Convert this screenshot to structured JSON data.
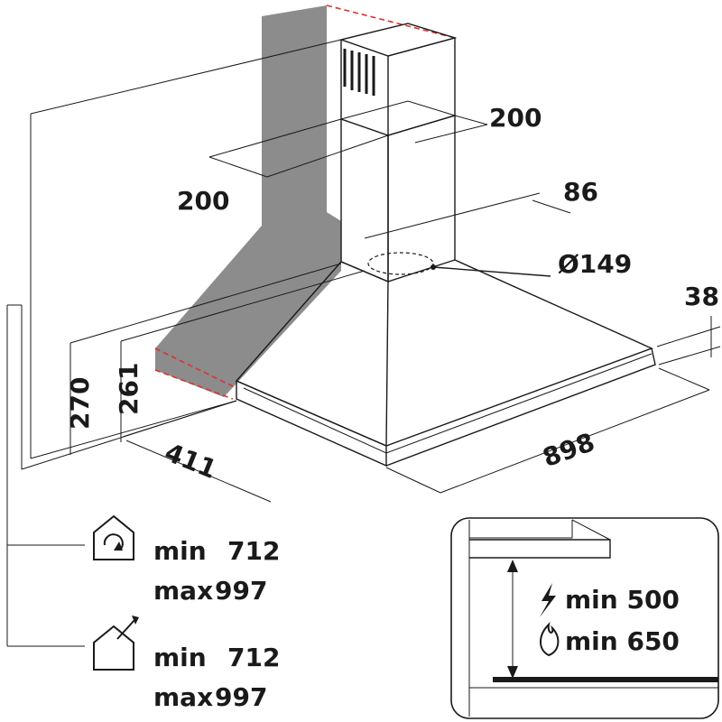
{
  "dimensions": {
    "chimney_width": "200",
    "chimney_depth": "200",
    "outlet_offset": "86",
    "outlet_diameter": "Ø149",
    "canopy_edge": "38",
    "overall_height": "270",
    "canopy_height": "261",
    "hood_depth": "411",
    "hood_width": "898"
  },
  "installation": {
    "recirculation": {
      "min_label": "min",
      "min_value": "712",
      "max_label": "max",
      "max_value": "997",
      "icon": "recirculation-house-icon"
    },
    "extraction": {
      "min_label": "min",
      "min_value": "712",
      "max_label": "max",
      "max_value": "997",
      "icon": "extraction-house-icon"
    }
  },
  "clearance": {
    "electric": {
      "icon": "lightning-icon",
      "label": "min 500"
    },
    "gas": {
      "icon": "flame-icon",
      "label": "min 650"
    }
  },
  "colors": {
    "wall": "#8c8c8c",
    "wall_edge": "#e0312b",
    "line": "#1a1a1a"
  }
}
